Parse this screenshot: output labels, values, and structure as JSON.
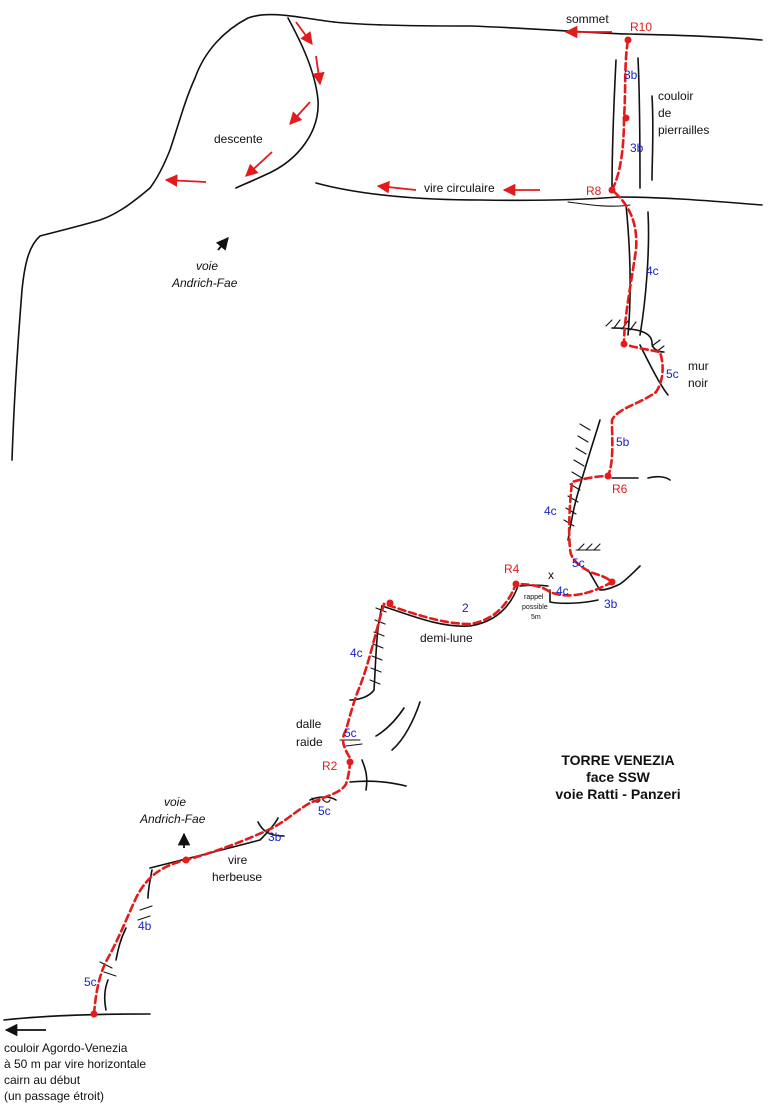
{
  "colors": {
    "route": "#e31b1b",
    "grade": "#1a22c8",
    "rock": "#111111"
  },
  "title": {
    "line1": "TORRE VENEZIA",
    "line2": "face SSW",
    "line3": "voie Ratti - Panzeri"
  },
  "labels": {
    "sommet": "sommet",
    "descente": "descente",
    "vire_circulaire": "vire circulaire",
    "couloir": [
      "couloir",
      "de",
      "pierrailles"
    ],
    "voie_top": [
      "voie",
      "Andrich-Fae"
    ],
    "mur_noir": [
      "mur",
      "noir"
    ],
    "rappel": [
      "rappel",
      "possible",
      "5m"
    ],
    "rappel_mark": "x",
    "demi_lune": "demi-lune",
    "dalle_raide": [
      "dalle",
      "raide"
    ],
    "voie_bottom": [
      "voie",
      "Andrich-Fae"
    ],
    "vire_herbeuse": [
      "vire",
      "herbeuse"
    ],
    "approach": [
      "couloir Agordo-Venezia",
      "à 50 m par vire horizontale",
      "cairn au début",
      "(un passage étroit)"
    ]
  },
  "belays": {
    "r10": "R10",
    "r8": "R8",
    "r6": "R6",
    "r4": "R4",
    "r2": "R2"
  },
  "grades": {
    "g1": "3b",
    "g2": "3b",
    "g3": "4c",
    "g4": "5c",
    "g5": "5b",
    "g6": "4c",
    "g7": "5c",
    "g8": "4c",
    "g9": "3b",
    "g10": "2",
    "g11": "4c",
    "g12": "5c",
    "g13": "5c",
    "g14": "3b",
    "g15": "4b",
    "g16": "5c"
  }
}
